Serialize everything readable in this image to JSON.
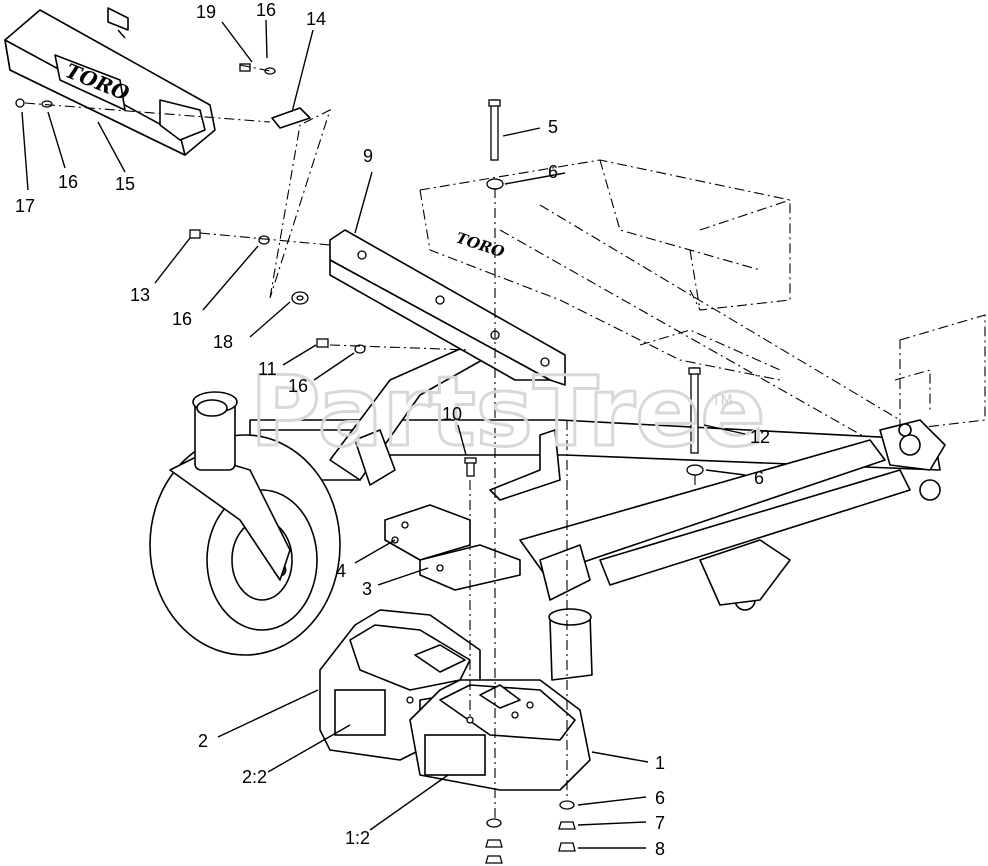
{
  "watermark": {
    "text": "PartsTree",
    "tm": "TM"
  },
  "logos": {
    "shield_logo": "TORO",
    "frame_logo": "TORO"
  },
  "callouts": {
    "c19": "19",
    "c16a": "16",
    "c14": "14",
    "c17": "17",
    "c16b": "16",
    "c15": "15",
    "c5": "5",
    "c6a": "6",
    "c9": "9",
    "c13": "13",
    "c16c": "16",
    "c18": "18",
    "c11": "11",
    "c16d": "16",
    "c10": "10",
    "c12": "12",
    "c6b": "6",
    "c4": "4",
    "c3": "3",
    "c2": "2",
    "c2_2": "2:2",
    "c1": "1",
    "c1_2": "1:2",
    "c6c": "6",
    "c7": "7",
    "c8": "8"
  }
}
